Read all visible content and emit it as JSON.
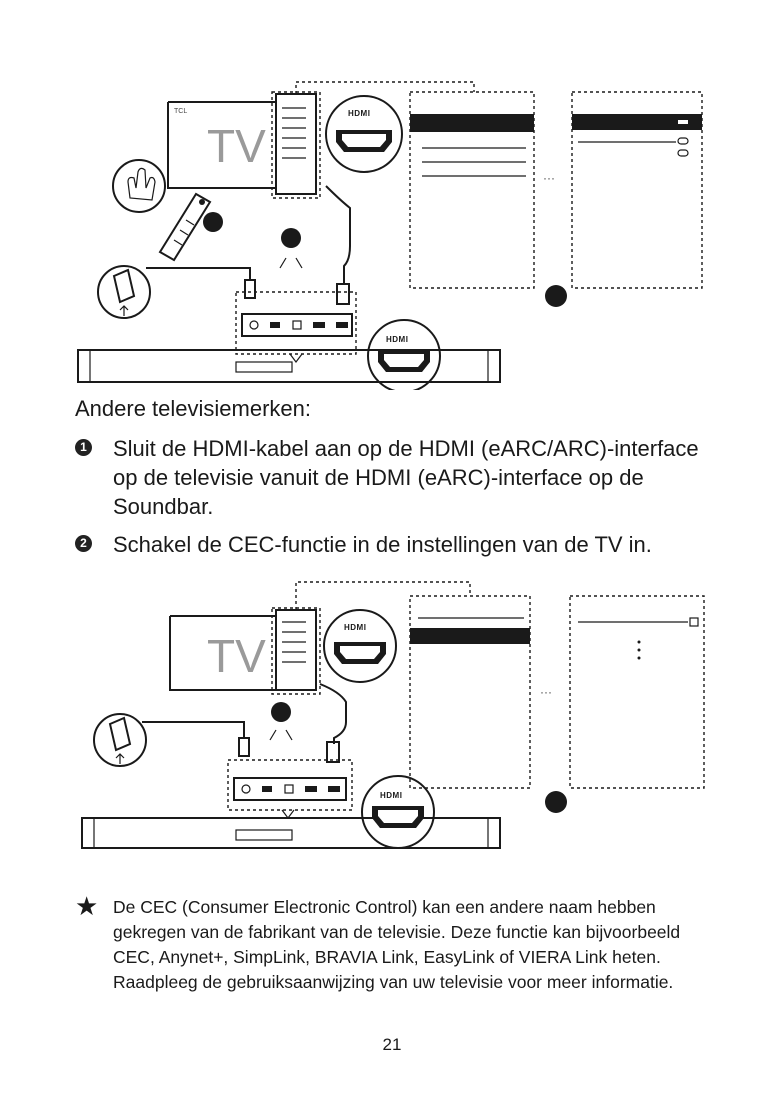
{
  "diagram_labels": {
    "hdmi": "HDMI",
    "tv": "TV",
    "brand": "TCL"
  },
  "heading": "Andere televisiemerken:",
  "steps": [
    {
      "number": "1",
      "text": "Sluit de HDMI-kabel aan op de HDMI (eARC/ARC)-interface op de televisie vanuit de HDMI (eARC)-interface op de Soundbar."
    },
    {
      "number": "2",
      "text": "Schakel de CEC-functie in de instellingen van de TV in."
    }
  ],
  "note": {
    "symbol": "★",
    "text": "De CEC (Consumer Electronic Control) kan een andere naam hebben gekregen van de fabrikant van de televisie. Deze functie kan bijvoorbeeld CEC, Anynet+, SimpLink, BRAVIA Link, EasyLink of VIERA Link heten. Raadpleeg de gebruiksaanwijzing van uw televisie voor meer informatie."
  },
  "page_number": "21"
}
